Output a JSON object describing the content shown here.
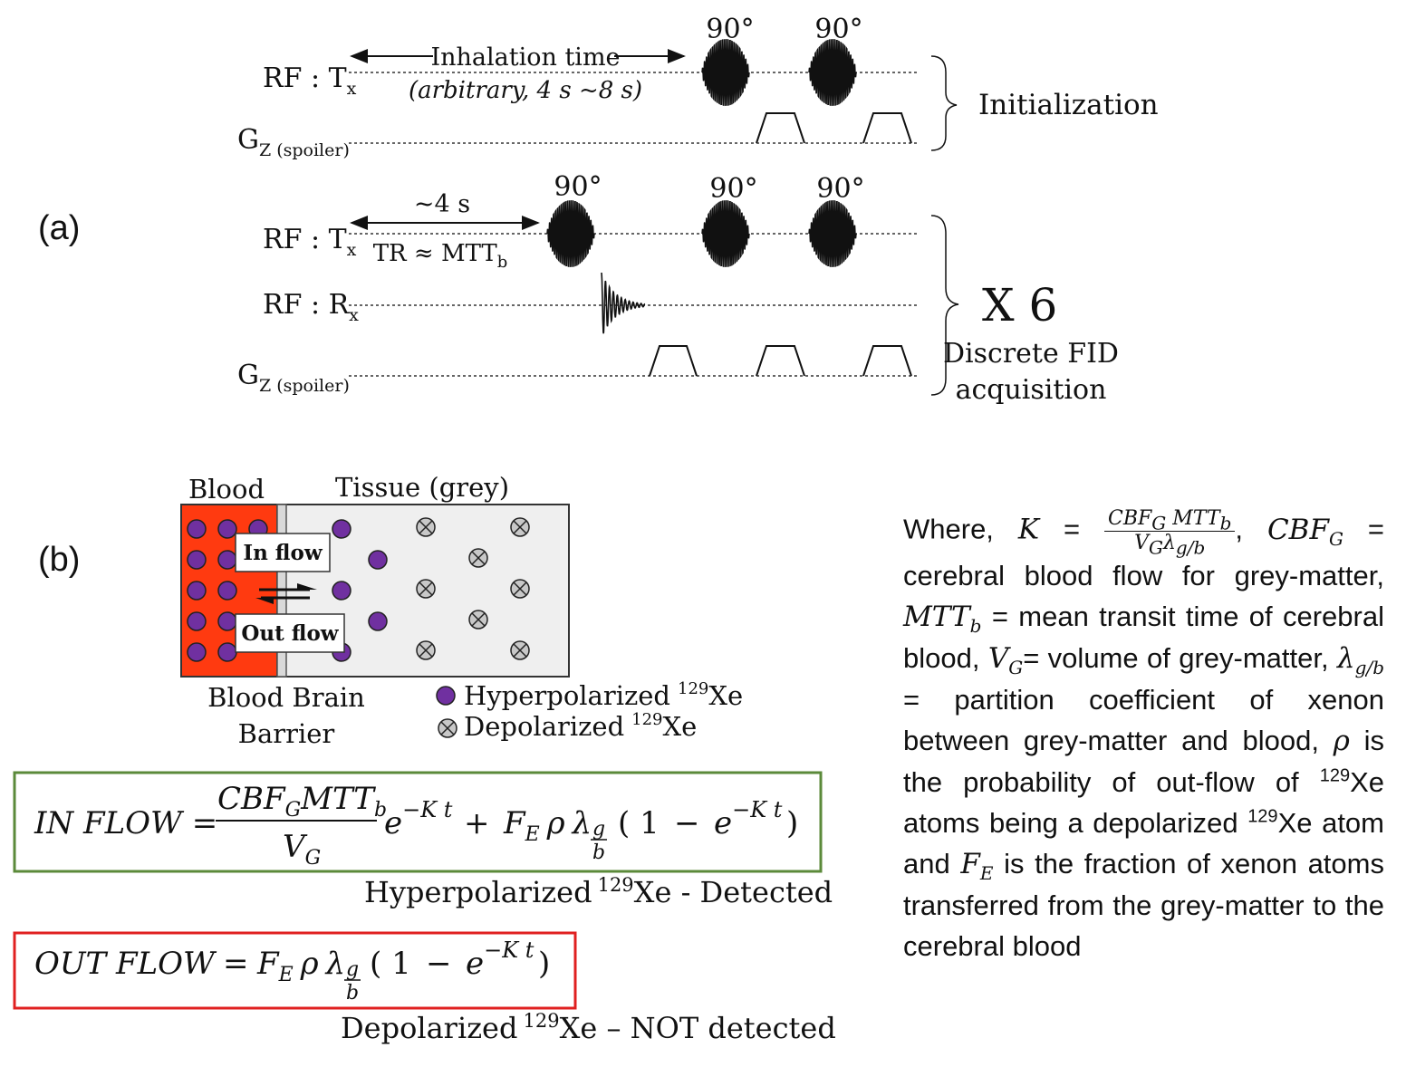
{
  "panel_a": {
    "label": "(a)",
    "init": {
      "rf_tx": "RF : T",
      "rf_tx_sub": "x",
      "gz": "G",
      "gz_sub": "Z (spoiler)",
      "inhalation_label": "Inhalation time",
      "arbitrary_label": "(arbitrary, 4 s ~8 s)",
      "pulse1": "90°",
      "pulse2": "90°",
      "brace_label": "Initialization"
    },
    "acq": {
      "rf_tx": "RF : T",
      "rf_tx_sub": "x",
      "rf_rx": "RF : R",
      "rf_rx_sub": "x",
      "gz": "G",
      "gz_sub": "Z (spoiler)",
      "interval_label": "~4 s",
      "tr_label": "TR ≈ MTT",
      "tr_sub": "b",
      "pulse1": "90°",
      "pulse2": "90°",
      "pulse3": "90°",
      "repeat_label": "X 6",
      "fid_label_1": "Discrete FID",
      "fid_label_2": "acquisition"
    }
  },
  "panel_b": {
    "label": "(b)",
    "blood_label": "Blood",
    "tissue_label": "Tissue (grey)",
    "inflow_label": "In flow",
    "outflow_label": "Out flow",
    "bbb_label_1": "Blood Brain",
    "bbb_label_2": "Barrier",
    "legend_hyper": "Hyperpolarized",
    "legend_depol": "Depolarized",
    "isotope": "129",
    "element": "Xe"
  },
  "equations": {
    "inflow": {
      "lhs": "IN FLOW =",
      "num": "CBF",
      "num_sub": "G",
      "num2": "MTT",
      "num2_sub": "b",
      "den": "V",
      "den_sub": "G",
      "exp_term": "e",
      "exp": "−K t",
      "plus": "+",
      "fe": "F",
      "fe_sub": "E",
      "rho": "ρ",
      "lambda": "λ",
      "lam_num": "g",
      "lam_den": "b",
      "paren_open": "( 1",
      "minus": "−",
      "e2": "e",
      "exp2": "−K t",
      "paren_close": ")",
      "border_color": "#5b8a3a",
      "caption_pre": "Hyperpolarized",
      "caption_sup": "129",
      "caption_post": "Xe - Detected"
    },
    "outflow": {
      "lhs": "OUT FLOW",
      "eq": "=",
      "fe": "F",
      "fe_sub": "E",
      "rho": "ρ",
      "lambda": "λ",
      "lam_num": "g",
      "lam_den": "b",
      "paren_open": "( 1",
      "minus": "−",
      "e": "e",
      "exp": "−K t",
      "paren_close": ")",
      "border_color": "#e02020",
      "caption_pre": "Depolarized",
      "caption_sup": "129",
      "caption_post": "Xe – NOT detected"
    }
  },
  "description": {
    "where": "Where,",
    "k": "K",
    "eq": "=",
    "k_num": "CBF",
    "k_num_sub": "G",
    "k_num2": "MTT",
    "k_num2_sub": "b",
    "k_den": "V",
    "k_den_sub": "G",
    "k_den_lambda": "λ",
    "k_den_lam_num": "g",
    "k_den_lam_den": "b",
    "cbf": "CBF",
    "cbf_sub": "G",
    "t1": "cerebral blood flow for grey-matter,",
    "mtt": "MTT",
    "mtt_sub": "b",
    "t2": "= mean transit time of cerebral blood,",
    "vg": "V",
    "vg_sub": "G",
    "t3": "= volume of grey-matter,",
    "lam": "λ",
    "lam_num": "g",
    "lam_den": "b",
    "t4": "= partition coefficient of xenon between grey-matter and blood,",
    "rho": "ρ",
    "t5": "is the probability of out-flow of",
    "sup1": "129",
    "xe1": "Xe atoms being a depolarized",
    "sup2": "129",
    "xe2": "Xe atom and",
    "fe": "F",
    "fe_sub": "E",
    "t6": "is the fraction of xenon atoms transferred from the grey-matter to the cerebral blood"
  },
  "colors": {
    "blood": "#ff3a10",
    "tissue": "#efefef",
    "hyper_dot": "#7030a0",
    "depol_dot": "#c8c8c8"
  }
}
